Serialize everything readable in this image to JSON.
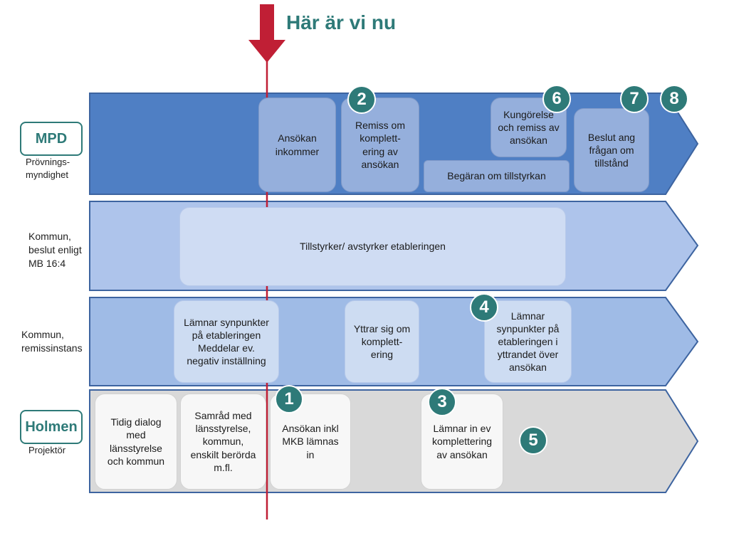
{
  "header": {
    "marker_text": "Här är vi nu"
  },
  "colors": {
    "mpd_lane": "#4f7fc4",
    "kommun_lane": "#aec4eb",
    "remiss_lane": "#9fbbe6",
    "holmen_lane": "#d9d9d9",
    "badge_teal": "#2e7a78",
    "marker_red": "#c01f35"
  },
  "lanes": [
    {
      "id": "mpd",
      "badge": "MPD",
      "label": "Prövnings-\nmyndighet",
      "boxes": [
        "Ansökan\ninkommer",
        "Remiss om\nkomplett-\nering av\nansökan",
        "Kungörelse\noch remiss av\nansökan",
        "Begäran om tillstyrkan",
        "Beslut ang\nfrågan om\ntillstånd"
      ]
    },
    {
      "id": "kommun-beslut",
      "label": "Kommun,\nbeslut enligt\nMB 16:4",
      "boxes": [
        "Tillstyrker/ avstyrker etableringen"
      ]
    },
    {
      "id": "kommun-remiss",
      "label": "Kommun,\nremissinstans",
      "boxes": [
        "Lämnar synpunkter\npå etableringen\nMeddelar ev.\nnegativ inställning",
        "Yttrar sig om\nkomplett-\nering",
        "Lämnar\nsynpunkter på\netableringen i\nyttrandet över\nansökan"
      ]
    },
    {
      "id": "holmen",
      "badge": "Holmen",
      "label": "Projektör",
      "boxes": [
        "Tidig dialog\nmed\nlänsstyrelse\noch kommun",
        "Samråd med\nlänsstyrelse,\nkommun,\nenskilt berörda\nm.fl.",
        "Ansökan inkl\nMKB lämnas\nin",
        "Lämnar in  ev\nkomplettering\nav ansökan"
      ]
    }
  ],
  "steps": [
    "1",
    "2",
    "3",
    "4",
    "5",
    "6",
    "7",
    "8"
  ]
}
